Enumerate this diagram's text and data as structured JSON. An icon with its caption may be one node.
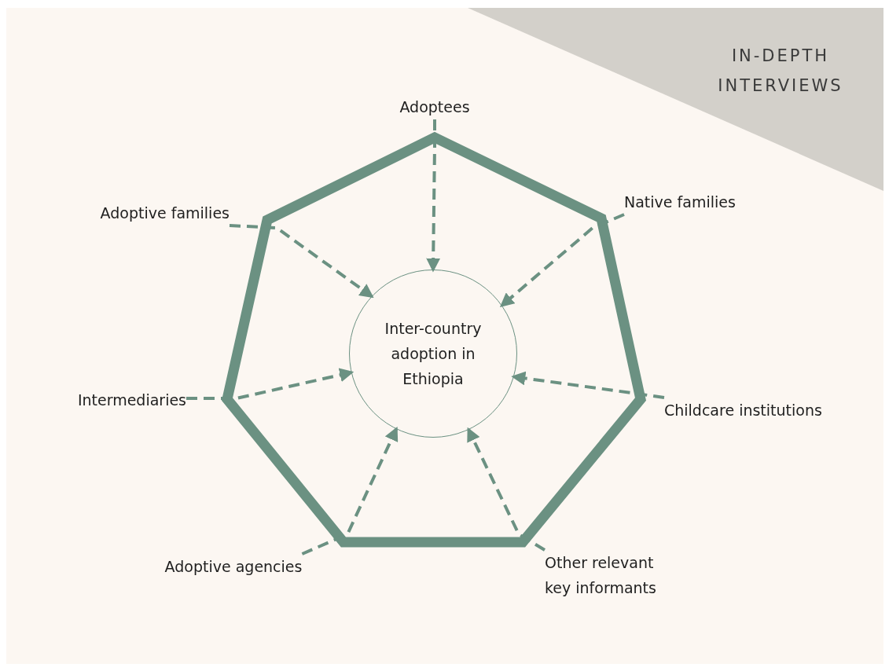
{
  "diagram": {
    "title": "IN-DEPTH INTERVIEWS",
    "nodes": [
      {
        "text": [
          "Adoptees"
        ]
      },
      {
        "text": [
          "Adoptive families"
        ]
      },
      {
        "text": [
          "Native families"
        ]
      },
      {
        "text": [
          "Intermediaries"
        ]
      },
      {
        "text": [
          "Inter-country adoption in Ethiopia"
        ]
      },
      {
        "text": [
          "Childcare institutions"
        ]
      },
      {
        "text": [
          "Adoptive agencies"
        ]
      },
      {
        "text": [
          "Other relevant key informants"
        ]
      }
    ],
    "edges": [
      {
        "from": 0,
        "to": 4,
        "arrow": "to",
        "style": "dashed"
      },
      {
        "from": 1,
        "to": 4,
        "arrow": "to",
        "style": "dashed"
      },
      {
        "from": 2,
        "to": 4,
        "arrow": "to",
        "style": "dashed"
      },
      {
        "from": 3,
        "to": 4,
        "arrow": "to",
        "style": "dashed"
      },
      {
        "from": 5,
        "to": 4,
        "arrow": "to",
        "style": "dashed"
      },
      {
        "from": 6,
        "to": 4,
        "arrow": "to",
        "style": "dashed"
      },
      {
        "from": 7,
        "to": 4,
        "arrow": "to",
        "style": "dashed"
      }
    ]
  }
}
